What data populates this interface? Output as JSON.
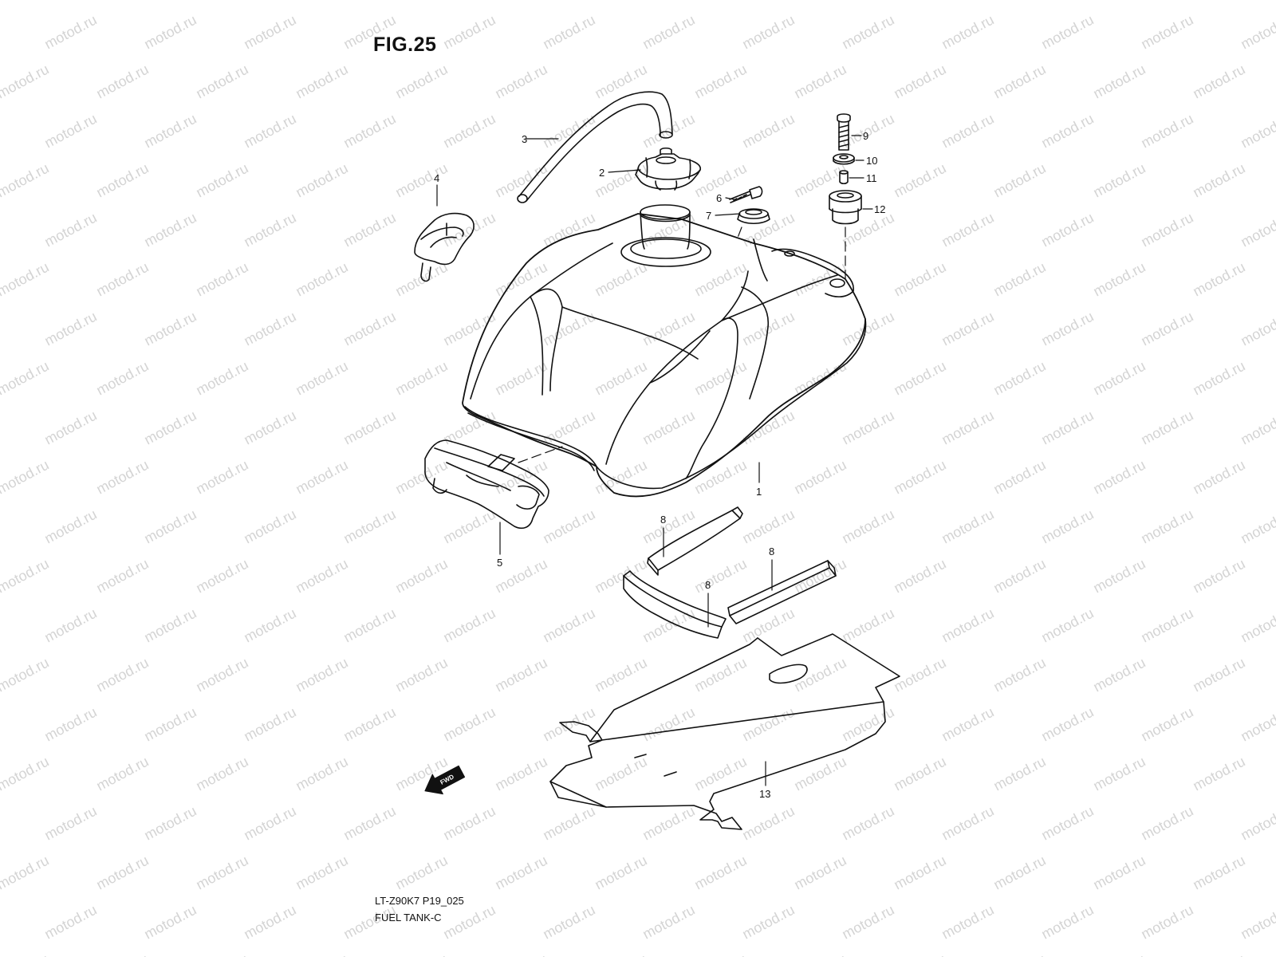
{
  "figure": {
    "title": "FIG.25",
    "model_code": "LT-Z90K7 P19_025",
    "diagram_name": "FUEL TANK-C",
    "watermark_text": "motod.ru",
    "direction_label": "FWD"
  },
  "callouts": {
    "c1": "1",
    "c2": "2",
    "c3": "3",
    "c4": "4",
    "c5": "5",
    "c6": "6",
    "c7": "7",
    "c8a": "8",
    "c8b": "8",
    "c8c": "8",
    "c9": "9",
    "c10": "10",
    "c11": "11",
    "c12": "12",
    "c13": "13"
  },
  "colors": {
    "line": "#111111",
    "watermark": "#d4d4d4",
    "background": "#ffffff"
  }
}
